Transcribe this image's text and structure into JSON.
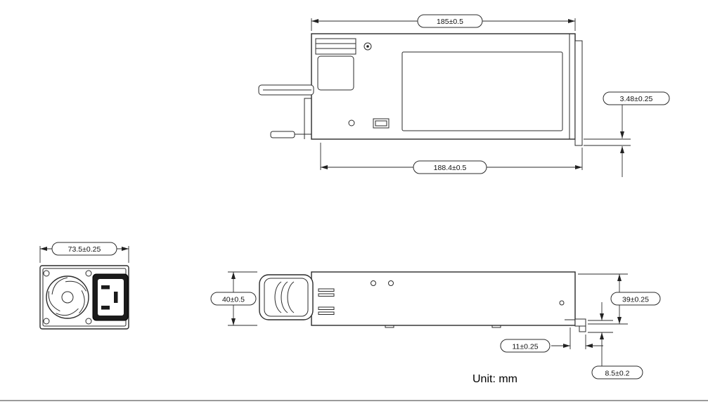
{
  "drawing": {
    "unit_label": "Unit: mm",
    "views": {
      "top": {
        "dim_length_top": "185±0.5",
        "dim_length_bottom": "188.4±0.5",
        "dim_flange_offset": "3.48±0.25"
      },
      "front": {
        "dim_width": "73.5±0.25"
      },
      "side": {
        "dim_height_left": "40±0.5",
        "dim_height_right": "39±0.25",
        "dim_connector_inset": "11±0.25",
        "dim_connector_height": "8.5±0.2"
      }
    }
  }
}
